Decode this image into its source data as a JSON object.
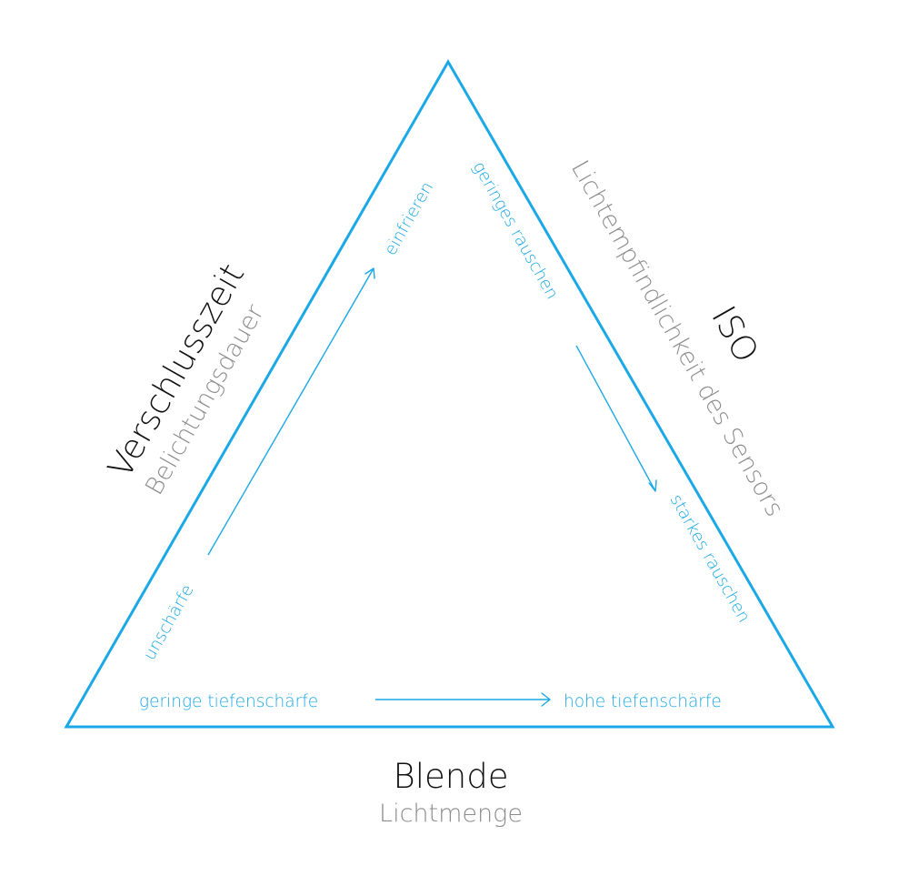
{
  "colors": {
    "accent": "#1aa8e6",
    "main_text": "#111111",
    "sub_text": "#8c8c8c",
    "background": "#ffffff"
  },
  "corners": {
    "left": {
      "title": "Verschlusszeit",
      "subtitle": "Belichtungsdauer",
      "low": "unschärfe",
      "high": "einfrieren"
    },
    "right": {
      "title": "ISO",
      "subtitle": "Lichtempfindlichkeit des Sensors",
      "low": "geringes rauschen",
      "high": "starkes rauschen"
    },
    "bottom": {
      "title": "Blende",
      "subtitle": "Lichtmenge",
      "low": "geringe tiefenschärfe",
      "high": "hohe tiefenschärfe"
    }
  }
}
